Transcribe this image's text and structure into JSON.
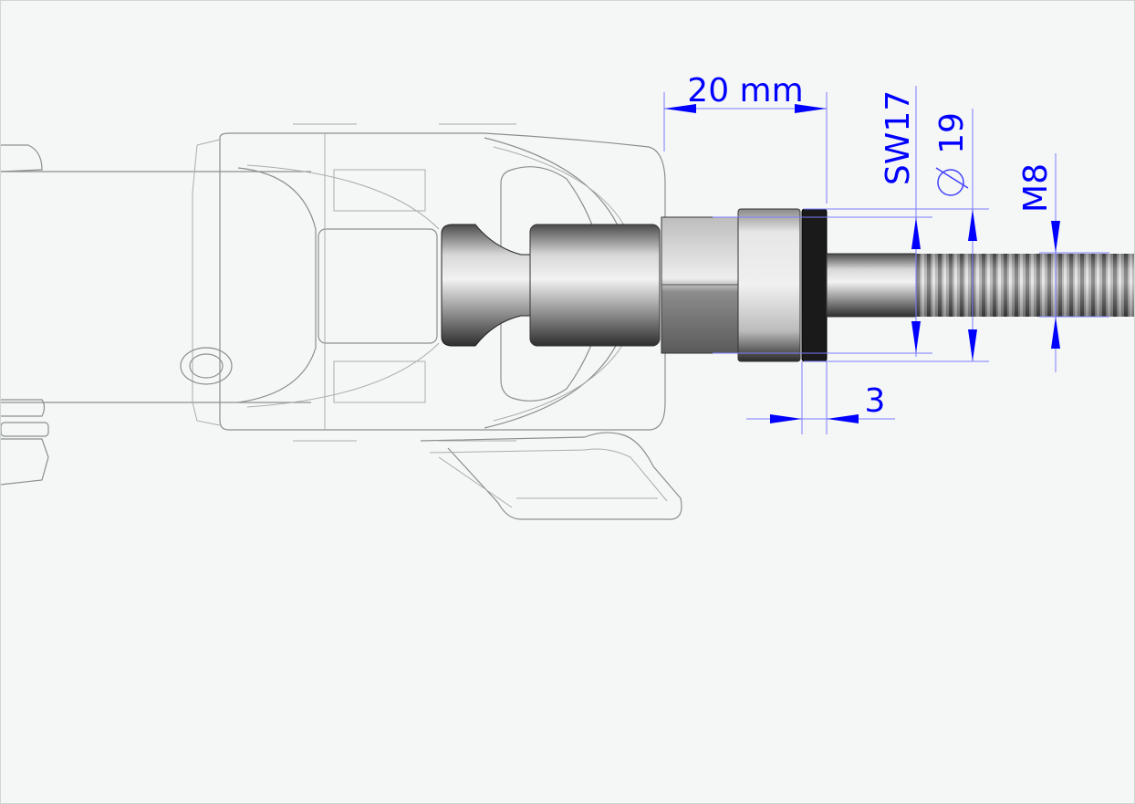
{
  "drawing": {
    "background": "#f5f7f6",
    "dimension_color": "#0000ff",
    "dimensions": {
      "length": "20 mm",
      "wrench_size": "SW17",
      "diameter": "19",
      "diameter_symbol": "diameter-icon",
      "thread": "M8",
      "washer_thickness": "3"
    }
  }
}
